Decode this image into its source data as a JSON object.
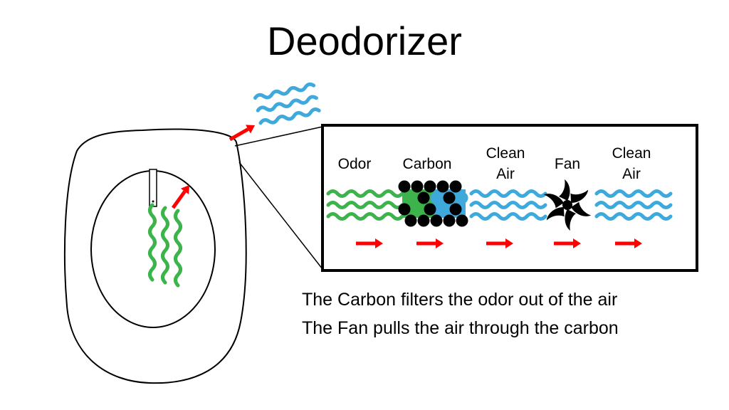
{
  "title": "Deodorizer",
  "stages": {
    "odor": "Odor",
    "carbon": "Carbon",
    "clean_air_1": "Clean\nAir",
    "fan": "Fan",
    "clean_air_2": "Clean\nAir"
  },
  "captions": [
    "The Carbon filters the odor out of the air",
    "The Fan pulls the air through the carbon"
  ],
  "colors": {
    "odor": "#3cb44b",
    "clean_air": "#3fa9dc",
    "arrow": "#ff0000",
    "outline": "#000000"
  }
}
